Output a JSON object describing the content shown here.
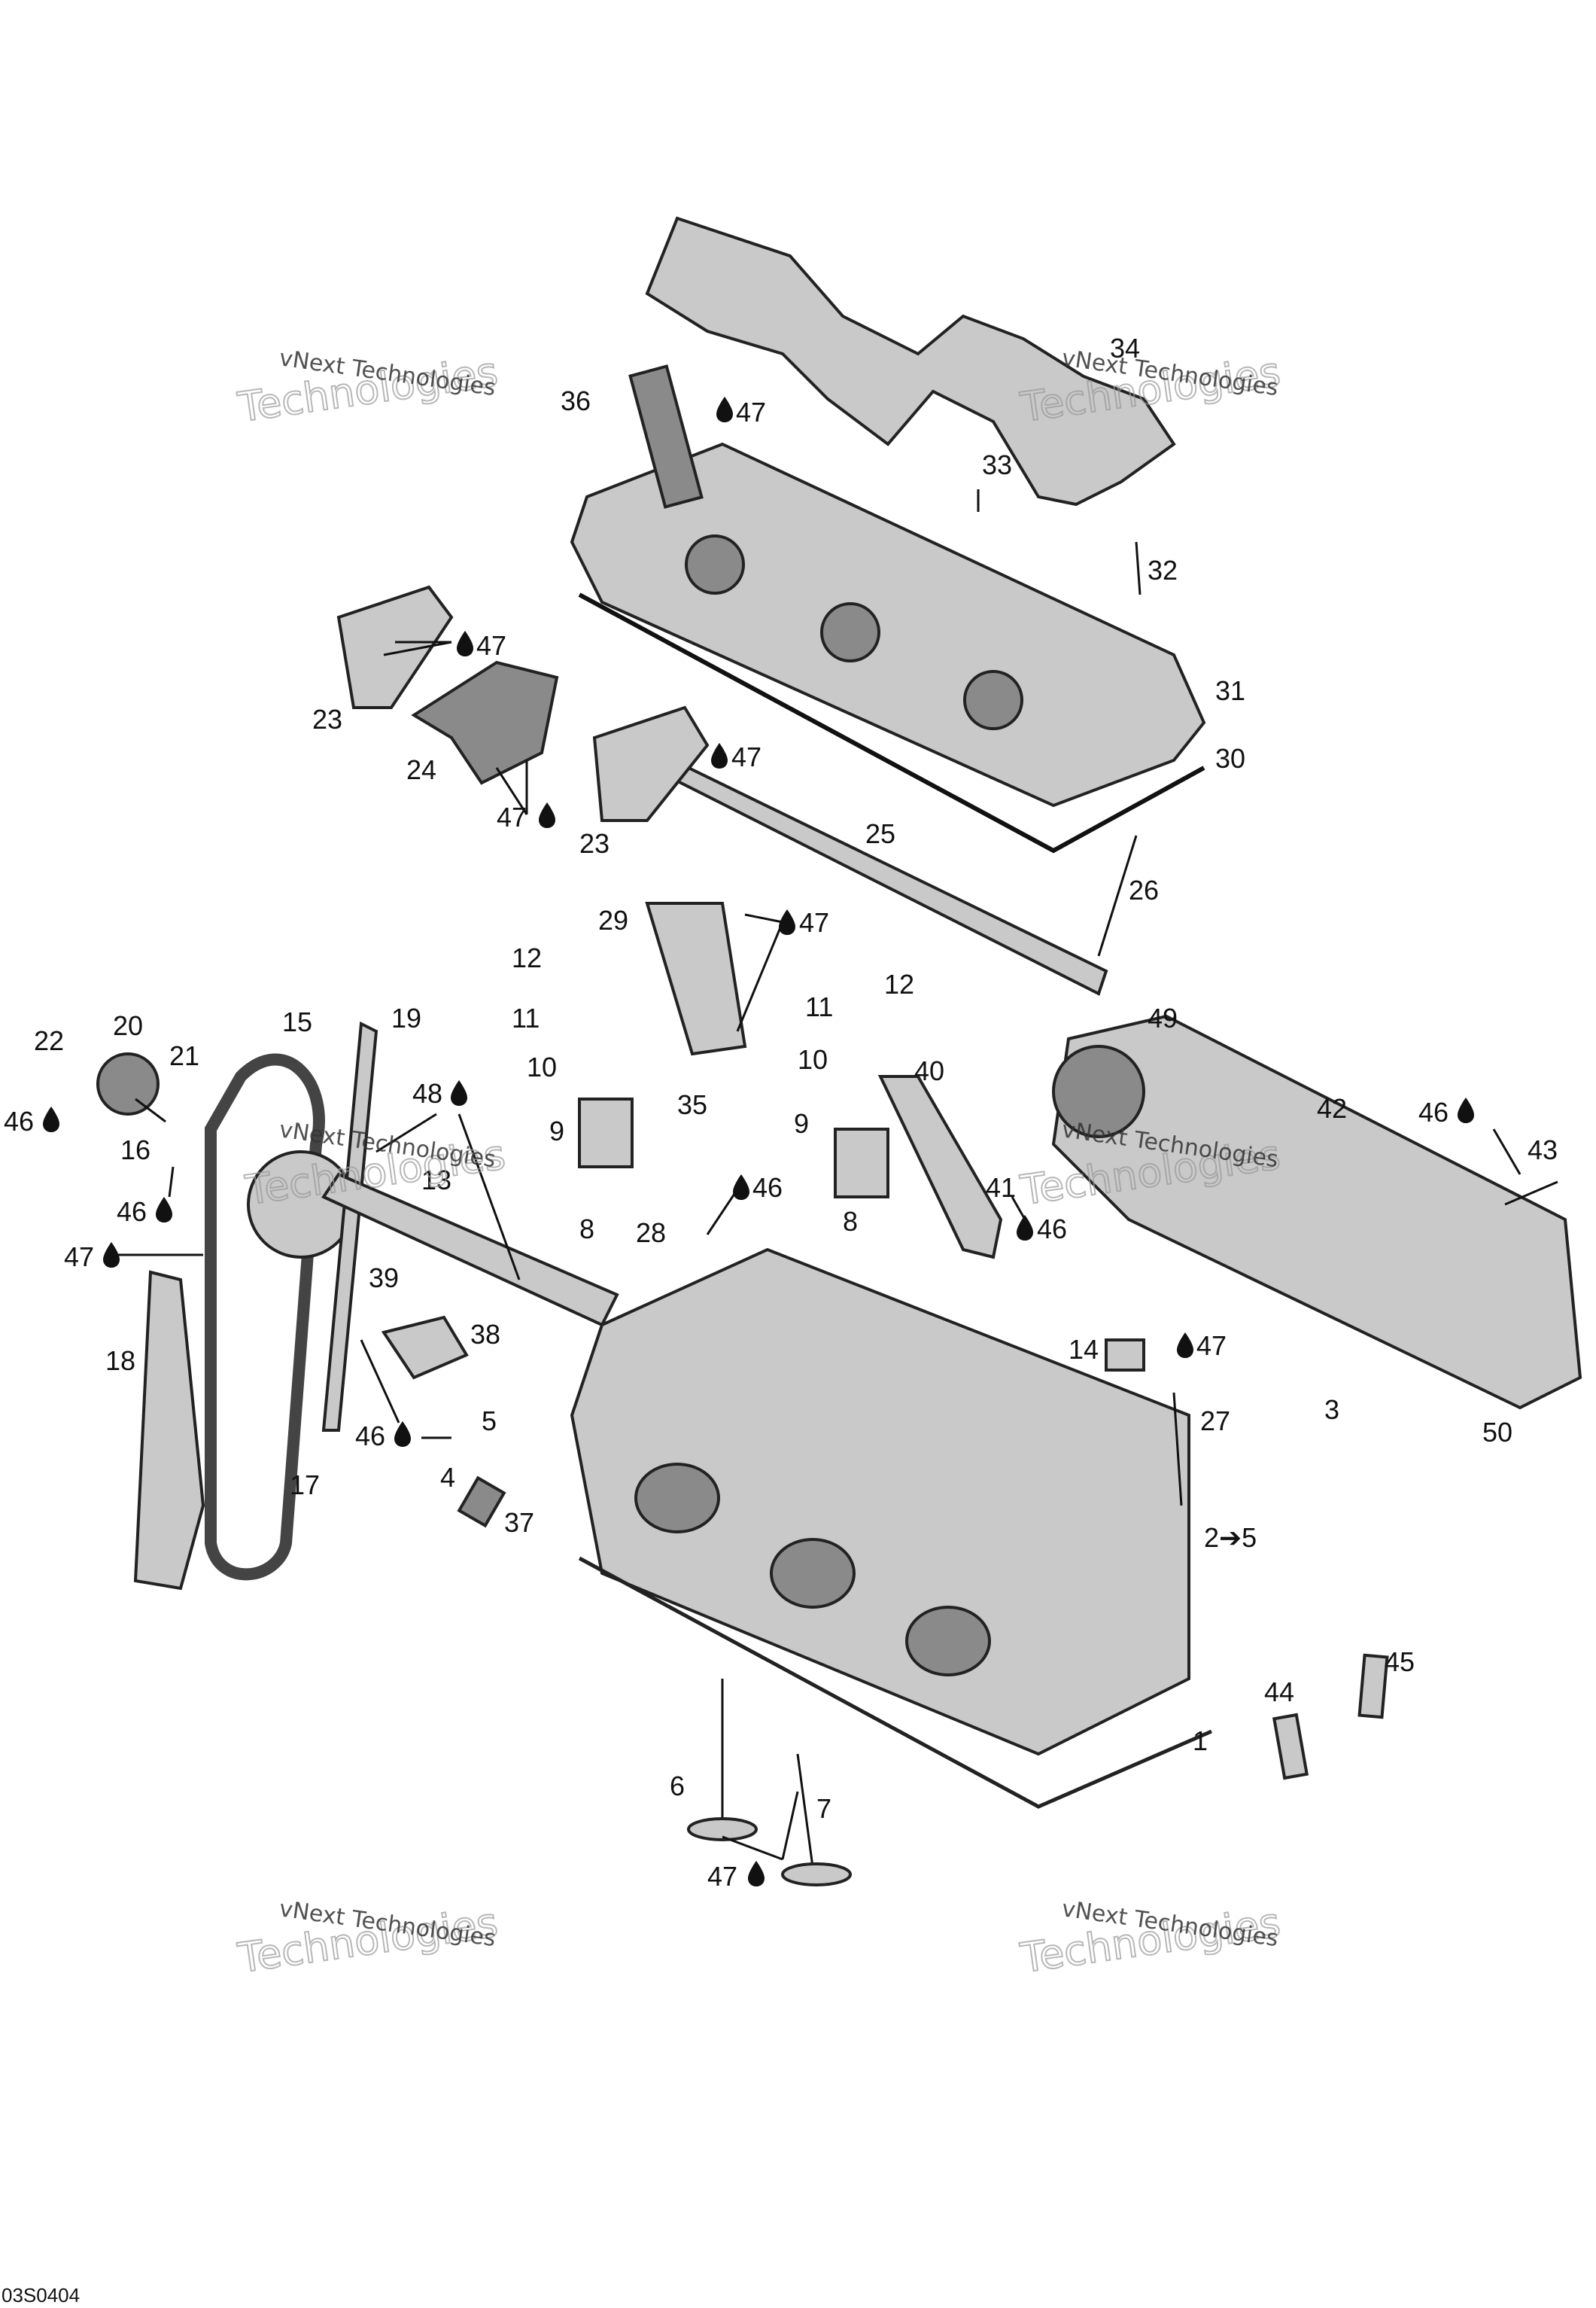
{
  "diagram_code": "03S0404",
  "watermark": {
    "line1": "vNext Technologies",
    "line2": "Technologies"
  },
  "callouts": {
    "c1": "1",
    "c2to5": "2➔5",
    "c3": "3",
    "c4": "4",
    "c5": "5",
    "c6": "6",
    "c7": "7",
    "c8a": "8",
    "c8b": "8",
    "c9a": "9",
    "c9b": "9",
    "c10a": "10",
    "c10b": "10",
    "c11a": "11",
    "c11b": "11",
    "c12a": "12",
    "c12b": "12",
    "c13": "13",
    "c14": "14",
    "c15": "15",
    "c16": "16",
    "c17": "17",
    "c18": "18",
    "c19": "19",
    "c20": "20",
    "c21": "21",
    "c22": "22",
    "c23a": "23",
    "c23b": "23",
    "c24": "24",
    "c25": "25",
    "c26": "26",
    "c27": "27",
    "c28": "28",
    "c29": "29",
    "c30": "30",
    "c31": "31",
    "c32": "32",
    "c33": "33",
    "c34": "34",
    "c35": "35",
    "c36": "36",
    "c37": "37",
    "c38": "38",
    "c39": "39",
    "c40": "40",
    "c41": "41",
    "c42": "42",
    "c43": "43",
    "c44": "44",
    "c45": "45",
    "c49": "49",
    "c50": "50",
    "l47a": "47",
    "l47b": "47",
    "l47c": "47",
    "l47d": "47",
    "l47e": "47",
    "l47f": "47",
    "l47g": "47",
    "l47h": "47",
    "l46a": "46",
    "l46b": "46",
    "l46c": "46",
    "l46d": "46",
    "l46e": "46",
    "l46f": "46",
    "l48": "48"
  }
}
